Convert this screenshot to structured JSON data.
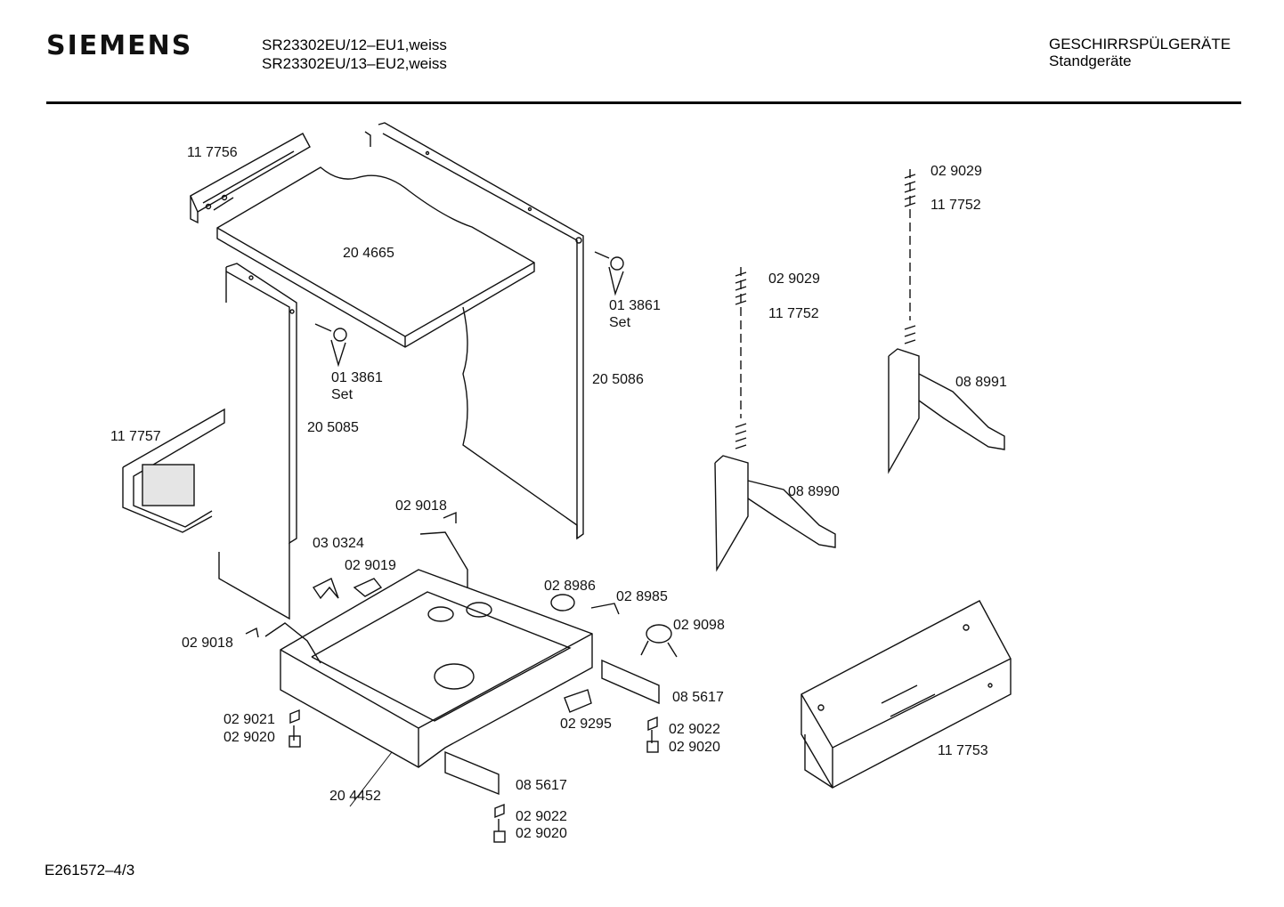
{
  "header": {
    "brand": "SIEMENS",
    "models": [
      "SR23302EU/12–EU1,weiss",
      "SR23302EU/13–EU2,weiss"
    ],
    "category": "GESCHIRRSPÜLGERÄTE",
    "subcategory": "Standgeräte"
  },
  "footer": {
    "code": "E261572–4/3"
  },
  "labels": {
    "p117756": "11 7756",
    "p204665": "20 4665",
    "p013861a": "01 3861",
    "seta": "Set",
    "p013861b": "01 3861",
    "setb": "Set",
    "p205086": "20 5086",
    "p117757": "11 7757",
    "p205085": "20 5085",
    "p029029a": "02 9029",
    "p117752a": "11 7752",
    "p029029b": "02 9029",
    "p117752b": "11 7752",
    "p088991": "08 8991",
    "p088990": "08 8990",
    "p029018a": "02 9018",
    "p030324": "03 0324",
    "p029019": "02 9019",
    "p028986": "02 8986",
    "p028985": "02 8985",
    "p029098": "02 9098",
    "p029018b": "02 9018",
    "p085617a": "08 5617",
    "p029021": "02 9021",
    "p029020a": "02 9020",
    "p029295": "02 9295",
    "p029022a": "02 9022",
    "p029020b": "02 9020",
    "p117753": "11 7753",
    "p204452": "20 4452",
    "p085617b": "08 5617",
    "p029022b": "02 9022",
    "p029020c": "02 9020"
  }
}
